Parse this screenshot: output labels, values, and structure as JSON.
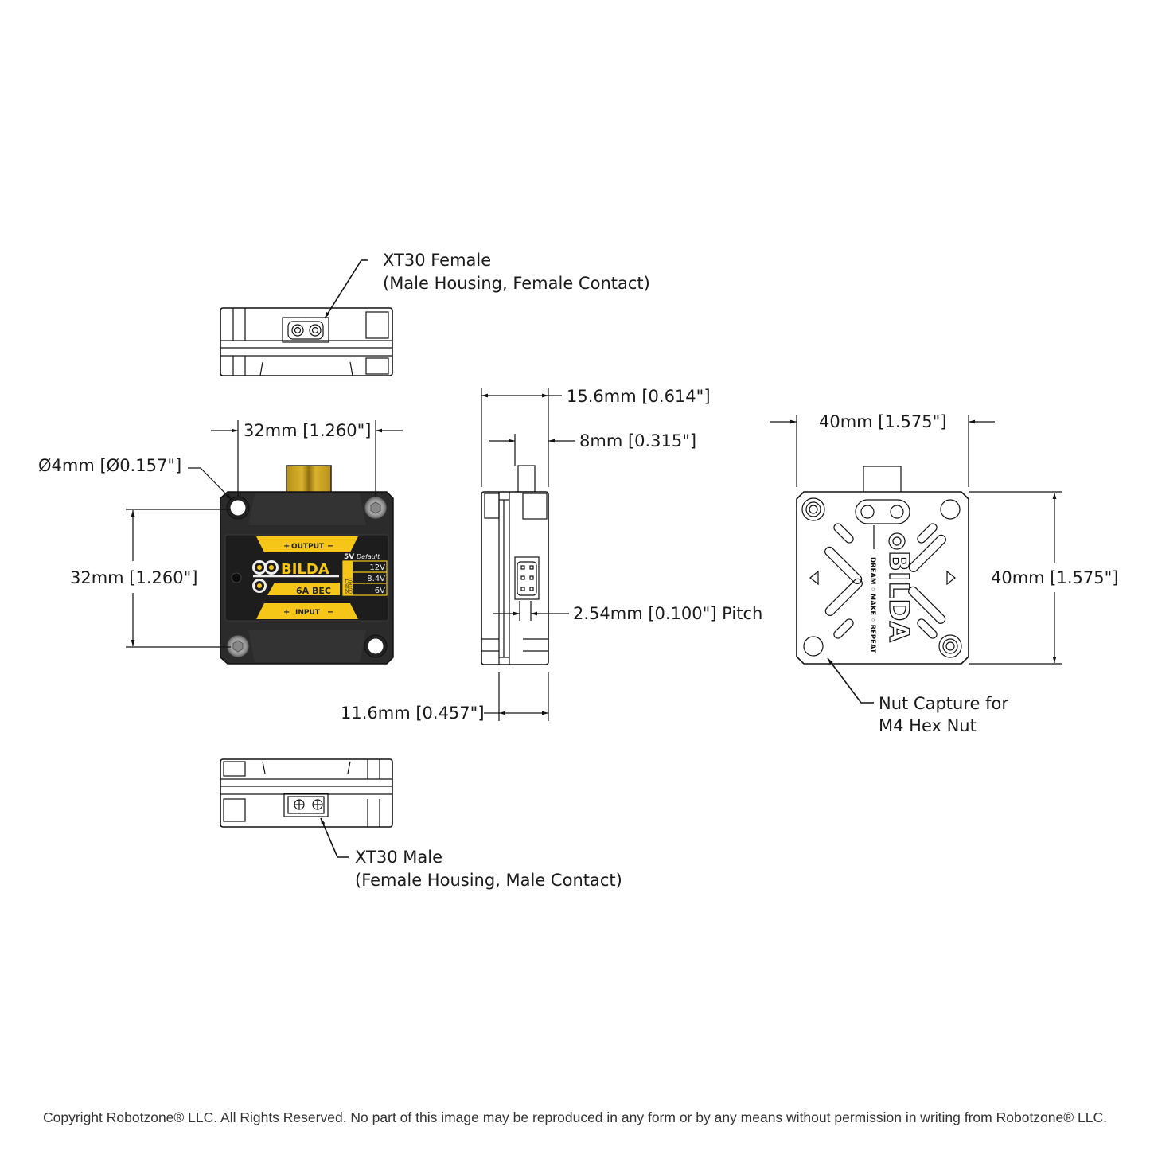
{
  "callouts": {
    "xt30_female": {
      "line1": "XT30 Female",
      "line2": "(Male Housing, Female Contact)"
    },
    "xt30_male": {
      "line1": "XT30 Male",
      "line2": "(Female Housing, Male Contact)"
    },
    "nut_capture": {
      "line1": "Nut Capture for",
      "line2": "M4 Hex Nut"
    }
  },
  "dimensions": {
    "hole_spacing_horizontal": "32mm [1.260\"]",
    "hole_spacing_vertical": "32mm [1.260\"]",
    "hole_diameter": "Ø4mm [Ø0.157\"]",
    "overall_thickness": "15.6mm [0.614\"]",
    "connector_offset": "8mm [0.315\"]",
    "header_pitch": "2.54mm [0.100\"] Pitch",
    "body_thickness": "11.6mm [0.457\"]",
    "back_width": "40mm [1.575\"]",
    "back_height": "40mm [1.575\"]"
  },
  "device_label": {
    "brand": "BILDA",
    "model": "6A BEC",
    "output_label": "OUTPUT",
    "input_label": "INPUT",
    "plus": "+",
    "minus": "−",
    "default_voltage": "5V",
    "default_word": "Default",
    "select_line1": "SELECT",
    "select_line2": "OUTPUT",
    "voltages": [
      "12V",
      "8.4V",
      "6V"
    ]
  },
  "back_label": {
    "brand": "BILDA",
    "tagline": "DREAM ◦ MAKE ◦ REPEAT"
  },
  "colors": {
    "body": "#2b2b2b",
    "accent_yellow": "#f5c518",
    "connector_gold": "#c9a227"
  },
  "footer": {
    "copyright": "Copyright Robotzone® LLC.  All Rights Reserved. No part of this image may be reproduced in any form or by any means without permission in writing from Robotzone® LLC."
  }
}
